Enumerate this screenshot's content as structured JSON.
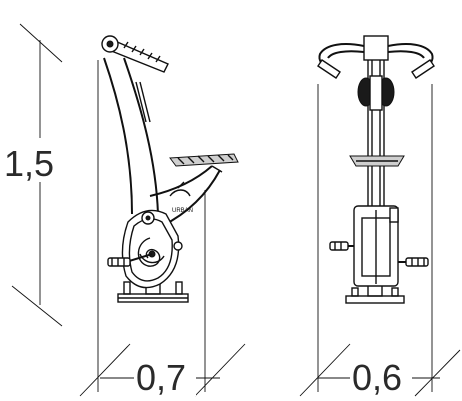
{
  "dimensions": {
    "height_label": "1,5",
    "side_width_label": "0,7",
    "front_width_label": "0,6"
  },
  "brand_mark": "URBAN"
}
